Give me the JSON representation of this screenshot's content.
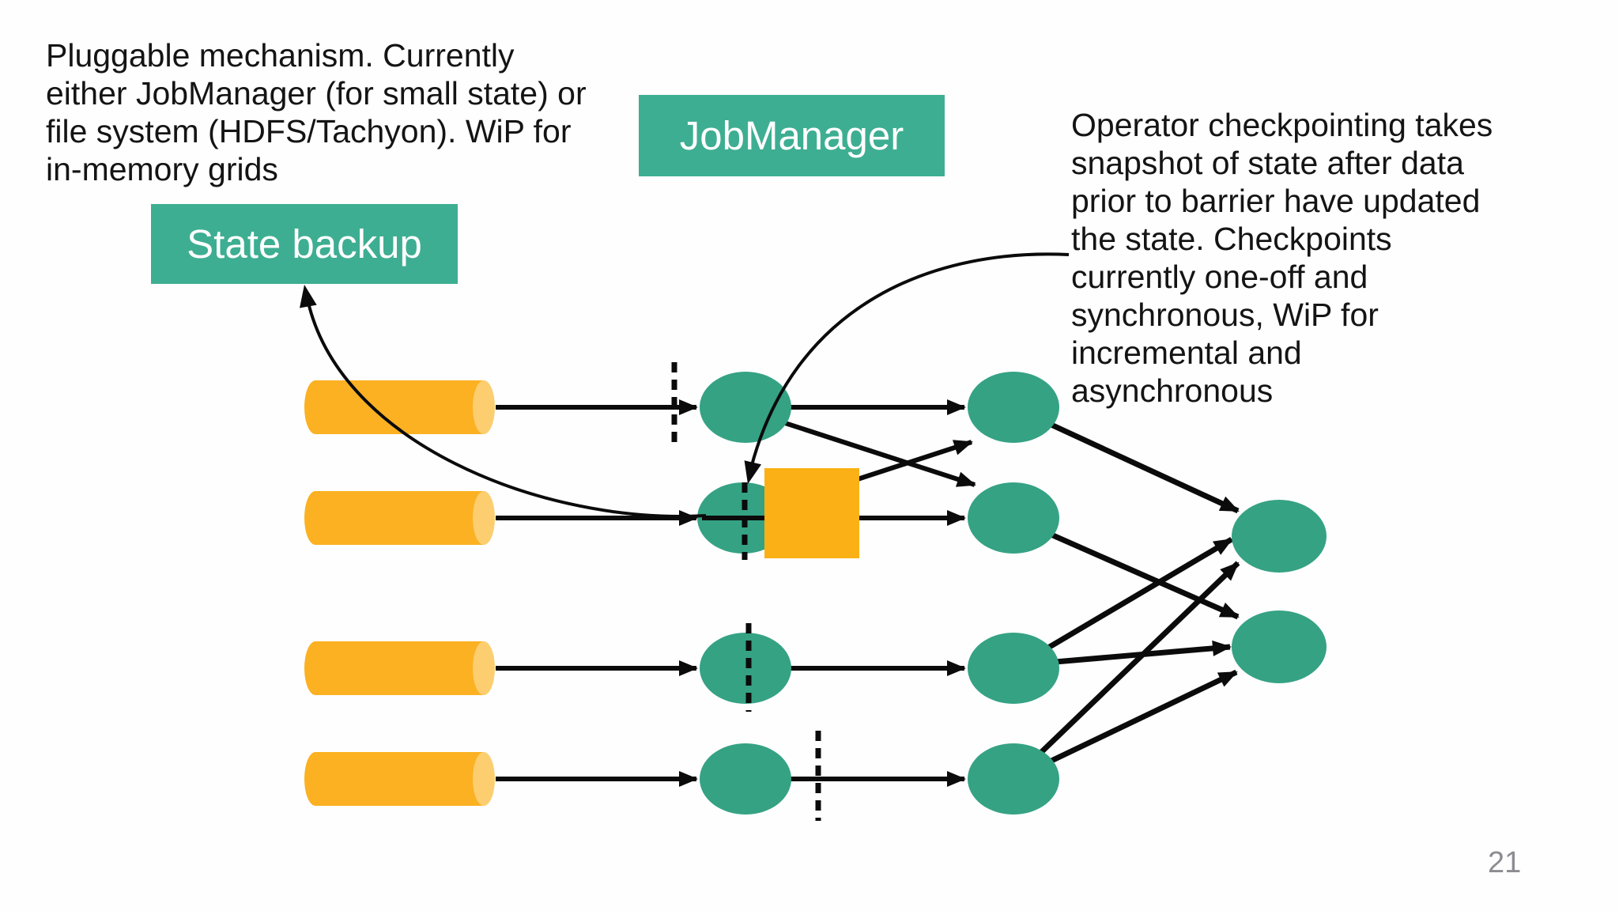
{
  "slide": {
    "page_number": "21"
  },
  "notes": {
    "pluggable": {
      "lines": [
        "Pluggable mechanism. Currently",
        "either JobManager (for small state) or",
        "file system (HDFS/Tachyon). WiP for",
        "in-memory grids"
      ]
    },
    "checkpointing": {
      "lines": [
        "Operator checkpointing takes",
        "snapshot of state after data",
        "prior to barrier have updated",
        "the state. Checkpoints",
        "currently one-off and",
        "synchronous, WiP for",
        "incremental and",
        "asynchronous"
      ]
    }
  },
  "boxes": {
    "jobmanager": {
      "label": "JobManager"
    },
    "state_backup": {
      "label": "State backup"
    }
  },
  "diagram": {
    "source_cylinders": 4,
    "operator_ellipses_col1": 4,
    "operator_ellipses_col2": 4,
    "sink_ellipses": 2,
    "checkpoint_barriers": 4,
    "snapshot_squares": 1
  },
  "colors": {
    "background": "#FEFEFE",
    "teal_box": "#3EAE92",
    "green_node": "#35A284",
    "yellow_body": "#FBB122",
    "yellow_cap": "#FCCE6F",
    "square_yellow": "#FBB116",
    "line_black": "#0B0B0B",
    "text_black": "#141414",
    "page_gray": "#8C8C91"
  }
}
